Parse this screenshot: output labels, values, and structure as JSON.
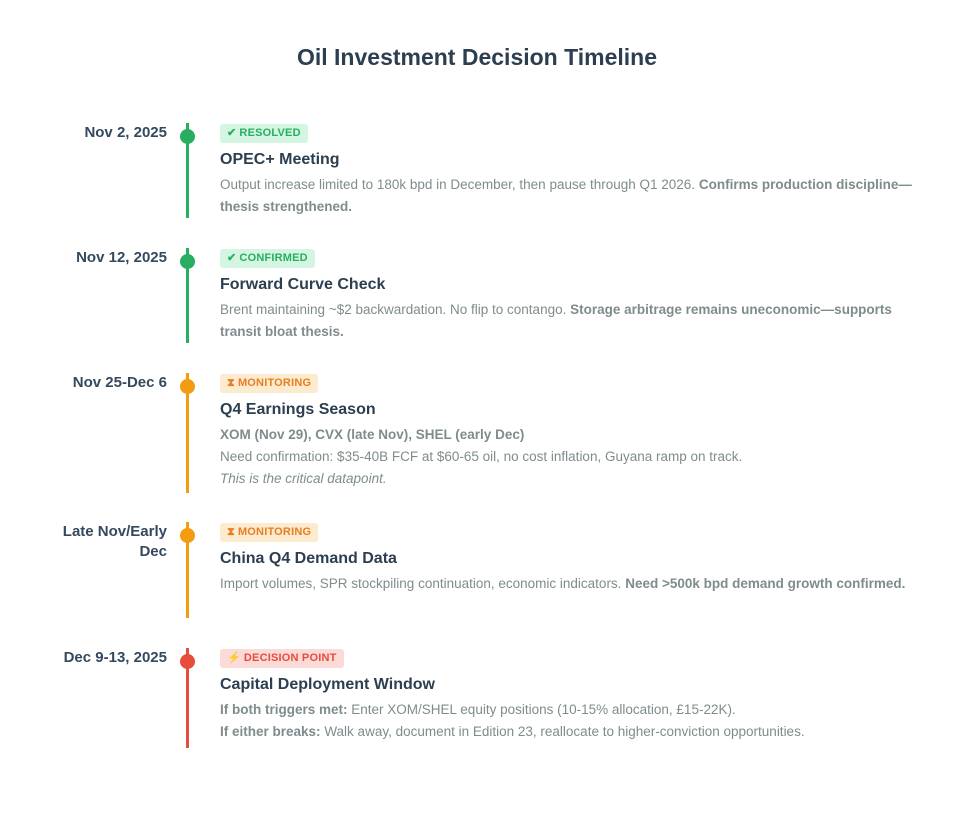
{
  "title": "Oil Investment Decision Timeline",
  "colors": {
    "resolved": "#27ae60",
    "monitoring": "#f39c12",
    "decision": "#e74c3c"
  },
  "events": [
    {
      "date": "Nov 2, 2025",
      "status": "RESOLVED",
      "status_icon": "checkmark-icon",
      "status_glyph": "✔",
      "title": "OPEC+ Meeting",
      "text": "Output increase limited to 180k bpd in December, then pause through Q1 2026.",
      "text_bold": "Confirms production discipline—thesis strengthened."
    },
    {
      "date": "Nov 12, 2025",
      "status": "CONFIRMED",
      "status_icon": "checkmark-icon",
      "status_glyph": "✔",
      "title": "Forward Curve Check",
      "text": "Brent maintaining ~$2 backwardation. No flip to contango.",
      "text_bold": "Storage arbitrage remains uneconomic—supports transit bloat thesis."
    },
    {
      "date": "Nov 25-Dec 6",
      "status": "MONITORING",
      "status_icon": "hourglass-icon",
      "status_glyph": "⧗",
      "title": "Q4 Earnings Season",
      "subtitle": "XOM (Nov 29), CVX (late Nov), SHEL (early Dec)",
      "text": "Need confirmation: $35-40B FCF at $60-65 oil, no cost inflation, Guyana ramp on track.",
      "note": "This is the critical datapoint."
    },
    {
      "date": "Late Nov/Early Dec",
      "status": "MONITORING",
      "status_icon": "hourglass-icon",
      "status_glyph": "⧗",
      "title": "China Q4 Demand Data",
      "text": "Import volumes, SPR stockpiling continuation, economic indicators.",
      "text_bold": "Need >500k bpd demand growth confirmed."
    },
    {
      "date": "Dec 9-13, 2025",
      "status": "DECISION POINT",
      "status_icon": "lightning-icon",
      "status_glyph": "⚡",
      "title": "Capital Deployment Window",
      "line1_label": "If both triggers met:",
      "line1_text": "Enter XOM/SHEL equity positions (10-15% allocation, £15-22K).",
      "line2_label": "If either breaks:",
      "line2_text": "Walk away, document in Edition 23, reallocate to higher-conviction opportunities."
    }
  ]
}
